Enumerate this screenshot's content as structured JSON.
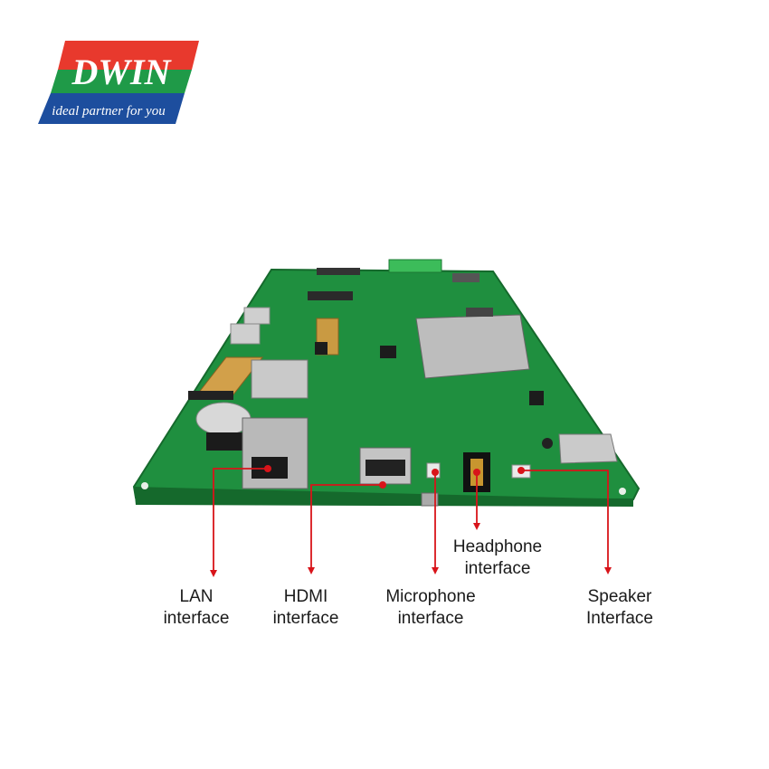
{
  "brand": {
    "name": "DWIN",
    "tagline": "ideal partner for you",
    "colors": {
      "red": "#e8392d",
      "green": "#1f9a48",
      "blue": "#1d4e9e"
    }
  },
  "callouts": [
    {
      "id": "lan",
      "line1": "LAN",
      "line2": "interface"
    },
    {
      "id": "hdmi",
      "line1": "HDMI",
      "line2": "interface"
    },
    {
      "id": "microphone",
      "line1": "Microphone",
      "line2": "interface"
    },
    {
      "id": "headphone",
      "line1": "Headphone",
      "line2": "interface"
    },
    {
      "id": "speaker",
      "line1": "Speaker",
      "line2": "Interface"
    }
  ],
  "colors": {
    "pcb": "#1f8f3f",
    "pcb_dark": "#15692c",
    "callout_line": "#d8141a",
    "label_text": "#1a1a1a"
  }
}
